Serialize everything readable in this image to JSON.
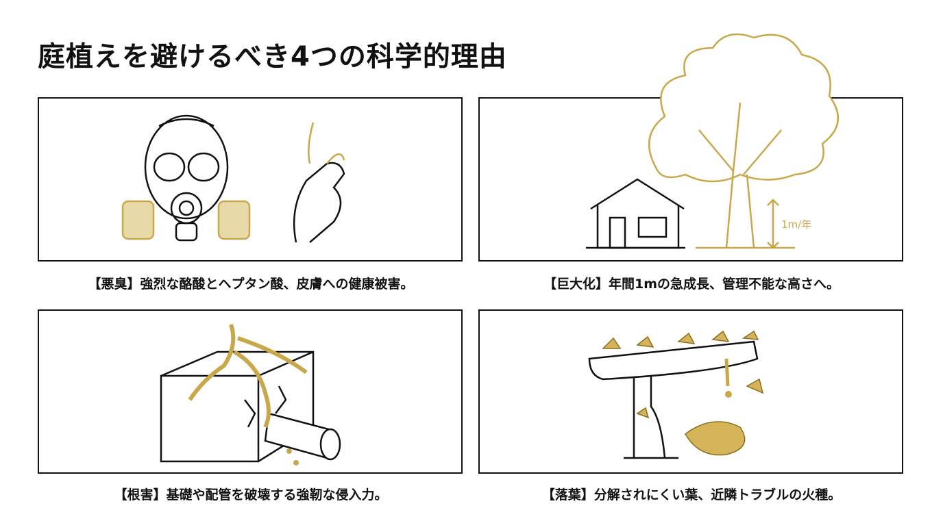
{
  "title": "庭植えを避けるべき4つの科学的理由",
  "colors": {
    "accent": "#C9A84C",
    "ink": "#111111"
  },
  "panels": [
    {
      "caption": "【悪臭】強烈な酪酸とヘプタン酸、皮膚への健康被害。",
      "icons": [
        "gas-mask-icon",
        "pinched-nose-hand-icon"
      ]
    },
    {
      "caption": "【巨大化】年間1mの急成長、管理不能な高さへ。",
      "icons": [
        "house-icon",
        "tree-icon"
      ],
      "growth_label": "1m/年"
    },
    {
      "caption": "【根害】基礎や配管を破壊する強靭な侵入力。",
      "icons": [
        "cracked-foundation-icon",
        "roots-icon",
        "broken-pipe-icon"
      ]
    },
    {
      "caption": "【落葉】分解されにくい葉、近隣トラブルの火種。",
      "icons": [
        "gutter-icon",
        "ginkgo-leaves-icon"
      ]
    }
  ]
}
